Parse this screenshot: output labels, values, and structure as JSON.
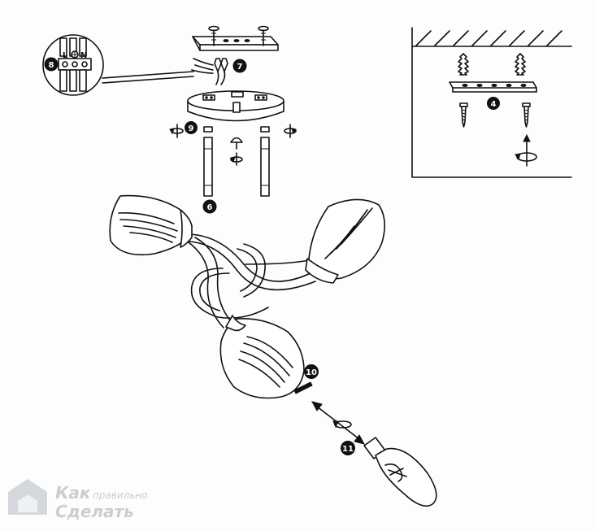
{
  "steps": {
    "s4": "4",
    "s6": "6",
    "s7": "7",
    "s8": "8",
    "s9": "9",
    "s10": "10",
    "s11": "11"
  },
  "terminal": {
    "left": "L",
    "right": "N"
  },
  "watermark": {
    "line1": "Как",
    "line1_small": "правильно",
    "line2": "Сделать"
  },
  "colors": {
    "ink": "#111111",
    "paper": "#fdfdfd",
    "watermark": "#c9ced4"
  }
}
